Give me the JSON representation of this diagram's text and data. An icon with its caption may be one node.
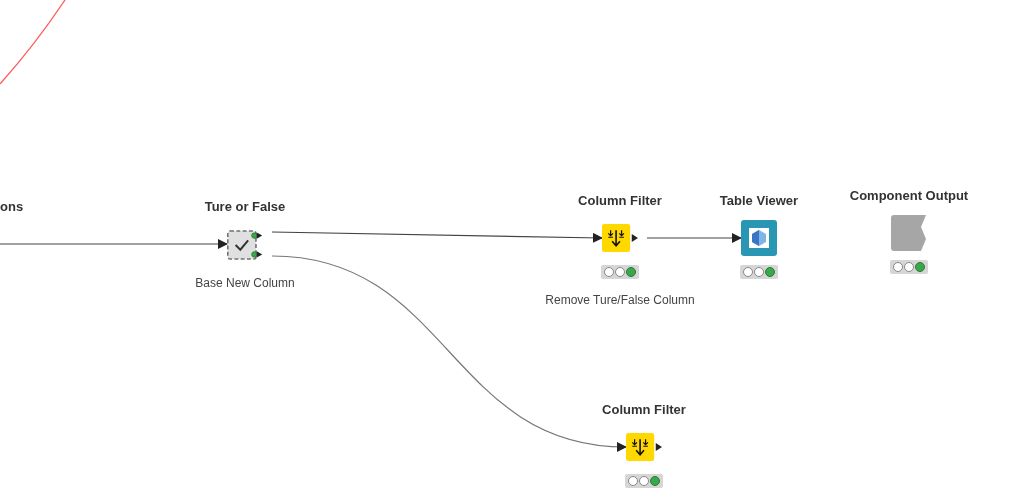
{
  "diagram": {
    "nodes": [
      {
        "text": [
          "ons"
        ]
      },
      {
        "text": [
          "Ture or False"
        ],
        "beside": [
          "Base New Column"
        ]
      },
      {
        "text": [
          "Column Filter"
        ],
        "beside": [
          "Remove Ture/False Column"
        ]
      },
      {
        "text": [
          "Table Viewer"
        ]
      },
      {
        "text": [
          "Component Output"
        ]
      },
      {
        "text": [
          "Column Filter"
        ]
      }
    ],
    "edges": [
      {
        "from": 0,
        "to": 1,
        "arrow": "to"
      },
      {
        "from": 1,
        "to": 2,
        "arrow": "to"
      },
      {
        "from": 2,
        "to": 3,
        "arrow": "to"
      },
      {
        "from": 1,
        "to": 5,
        "arrow": "to"
      }
    ]
  }
}
